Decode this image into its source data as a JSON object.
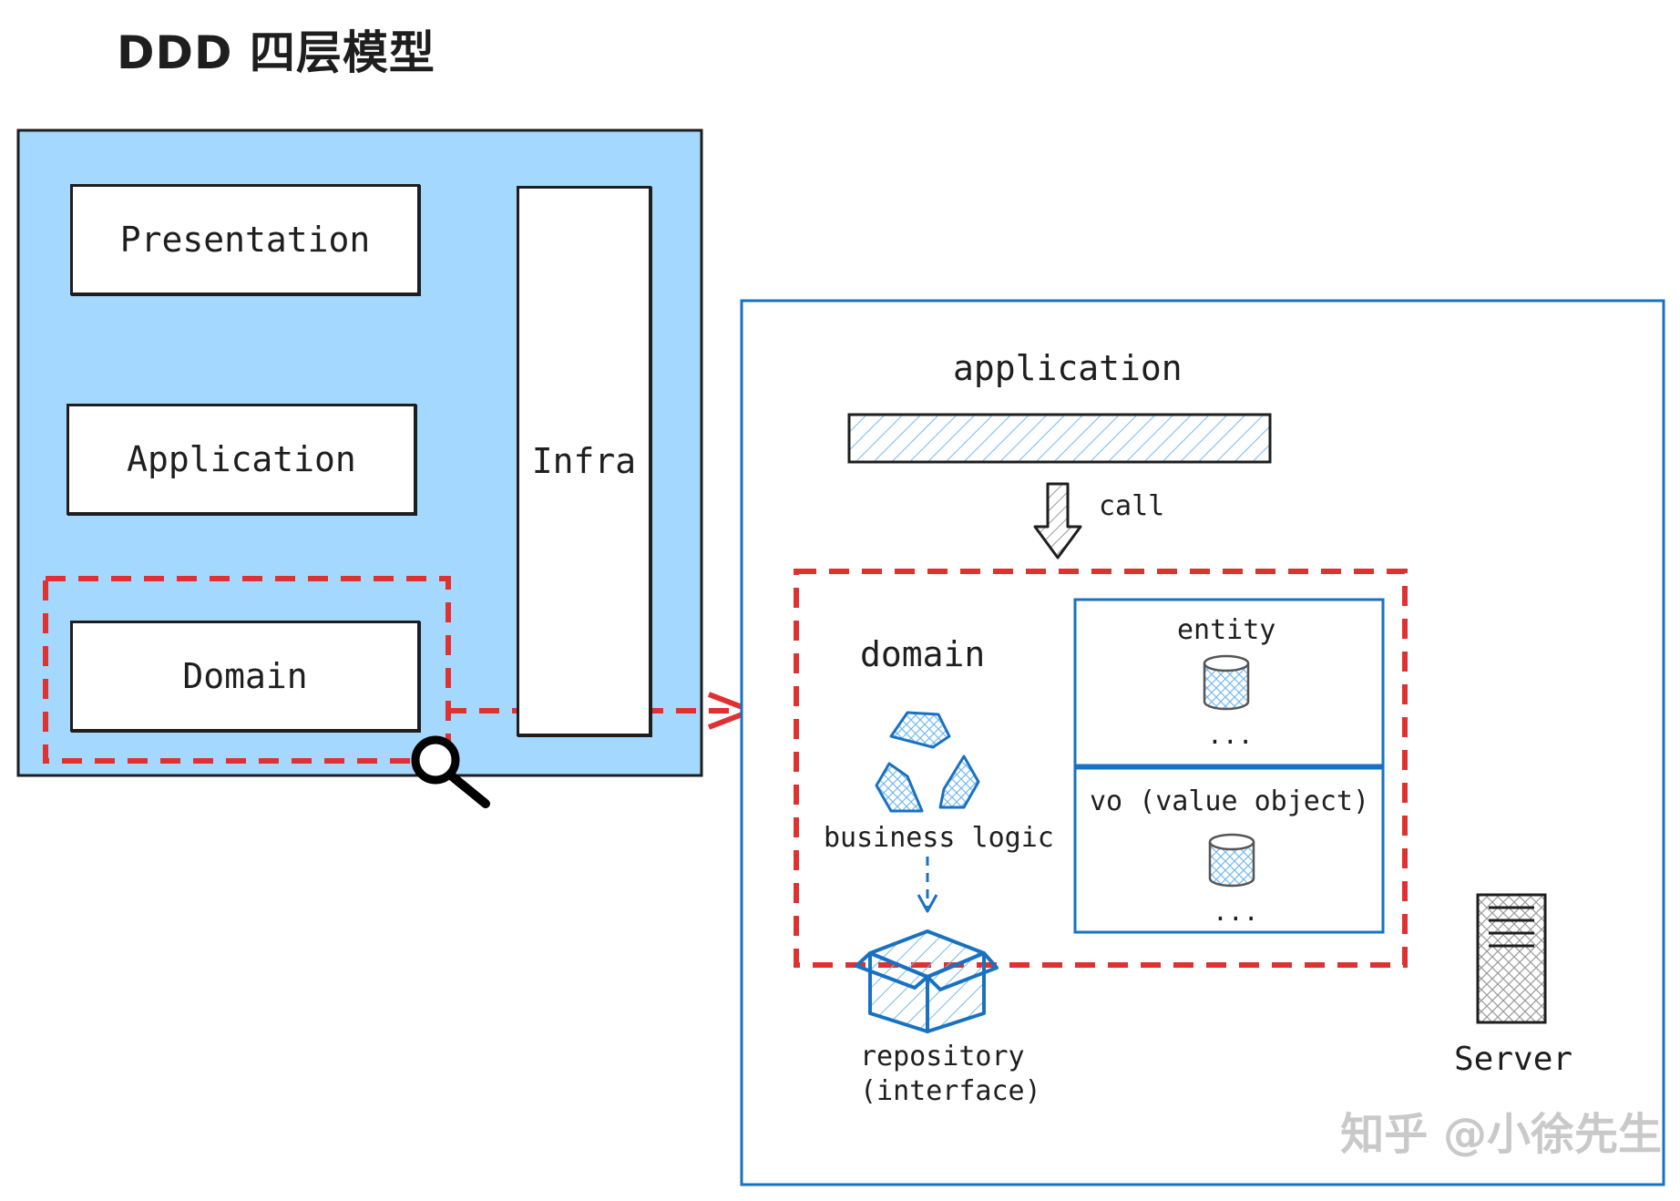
{
  "title": "DDD 四层模型",
  "layers": {
    "presentation": "Presentation",
    "application": "Application",
    "domain": "Domain",
    "infra": "Infra"
  },
  "detail": {
    "application_label": "application",
    "call_label": "call",
    "domain_label": "domain",
    "business_logic_label": "business logic",
    "repository_label_line1": "repository",
    "repository_label_line2": "(interface)",
    "entity_label": "entity",
    "entity_more": "...",
    "vo_label": "vo (value object)",
    "vo_more": "...",
    "server_label": "Server"
  },
  "watermark": "知乎 @小徐先生",
  "colors": {
    "panel_fill": "#a5d8ff",
    "blue_border": "#1971c2",
    "red_dashed": "#e03131",
    "ink": "#1e1e1e"
  }
}
